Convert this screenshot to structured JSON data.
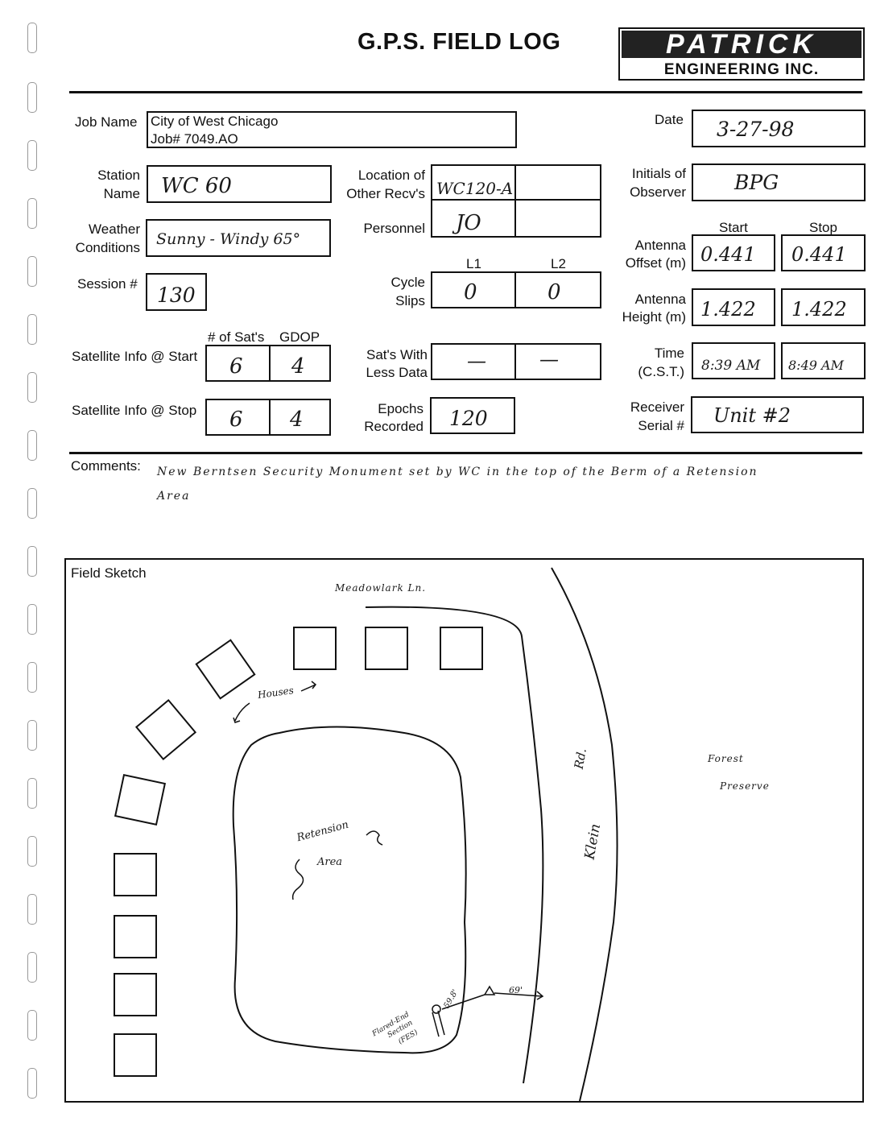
{
  "header": {
    "title": "G.P.S. FIELD LOG",
    "logo_top": "PATRICK",
    "logo_bottom": "ENGINEERING INC."
  },
  "labels": {
    "job_name": "Job Name",
    "date": "Date",
    "station_name_1": "Station",
    "station_name_2": "Name",
    "location_1": "Location of",
    "location_2": "Other Recv's",
    "initials_1": "Initials of",
    "initials_2": "Observer",
    "weather_1": "Weather",
    "weather_2": "Conditions",
    "personnel": "Personnel",
    "start": "Start",
    "stop": "Stop",
    "antenna_offset_1": "Antenna",
    "antenna_offset_2": "Offset (m)",
    "session": "Session #",
    "l1": "L1",
    "l2": "L2",
    "cycle_1": "Cycle",
    "cycle_2": "Slips",
    "antenna_height_1": "Antenna",
    "antenna_height_2": "Height (m)",
    "num_sats": "# of Sat's",
    "gdop": "GDOP",
    "sat_info_start": "Satellite Info @ Start",
    "sats_less_1": "Sat's With",
    "sats_less_2": "Less Data",
    "time_1": "Time",
    "time_2": "(C.S.T.)",
    "sat_info_stop": "Satellite Info @ Stop",
    "epochs_1": "Epochs",
    "epochs_2": "Recorded",
    "receiver_1": "Receiver",
    "receiver_2": "Serial #",
    "comments": "Comments:",
    "field_sketch": "Field Sketch"
  },
  "values": {
    "job_name_line1": "City of West Chicago",
    "job_name_line2": "Job# 7049.AO",
    "date": "3-27-98",
    "station_name": "WC 60",
    "location_recv": "WC120-A",
    "initials": "BPG",
    "weather": "Sunny - Windy 65°",
    "personnel": "JO",
    "antenna_offset_start": "0.441",
    "antenna_offset_stop": "0.441",
    "session": "130",
    "cycle_slips_l1": "0",
    "cycle_slips_l2": "0",
    "antenna_height_start": "1.422",
    "antenna_height_stop": "1.422",
    "sat_start_num": "6",
    "sat_start_gdop": "4",
    "sats_less_l1": "—",
    "sats_less_l2": "—",
    "time_start": "8:39 AM",
    "time_stop": "8:49 AM",
    "sat_stop_num": "6",
    "sat_stop_gdop": "4",
    "epochs": "120",
    "receiver": "Unit #2",
    "comments_line1": "New Berntsen Security Monument set by WC in the top of the Berm of a Retension",
    "comments_line2": "Area"
  },
  "sketch": {
    "meadowlark": "Meadowlark Ln.",
    "houses": "Houses",
    "road_rd": "Rd.",
    "road_klein": "Klein",
    "forest": "Forest",
    "preserve": "Preserve",
    "retension": "Retension",
    "area": "Area",
    "dim_59": "59.8'",
    "dim_69": "69'",
    "flared_1": "Flared-End",
    "flared_2": "Section",
    "flared_3": "(FES)"
  }
}
